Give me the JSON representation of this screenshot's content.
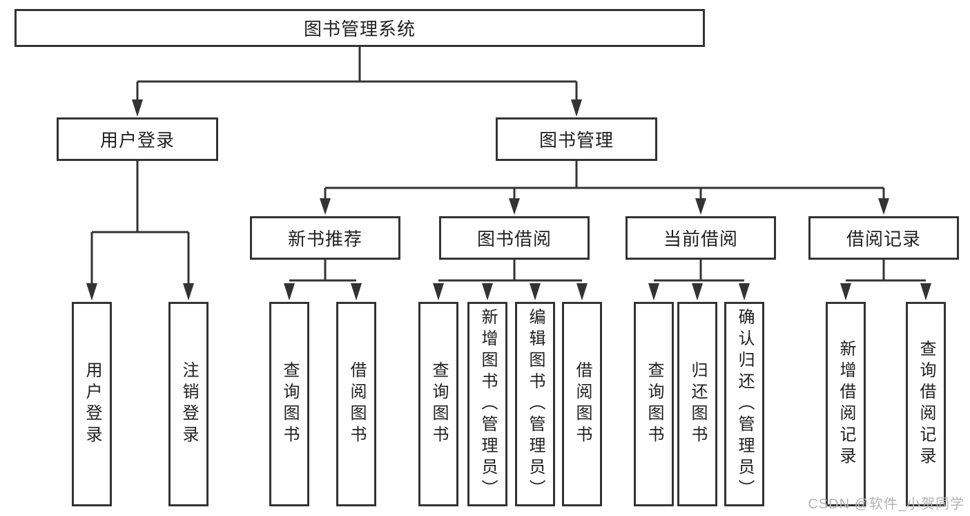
{
  "diagram": {
    "root_label": "图书管理系统",
    "level2": [
      "用户登录",
      "图书管理"
    ],
    "level3": [
      "新书推荐",
      "图书借阅",
      "当前借阅",
      "借阅记录"
    ],
    "leaves": {
      "user_login": [
        "用户登录",
        "注销登录"
      ],
      "new_book": [
        "查询图书",
        "借阅图书"
      ],
      "book_borrow": [
        "查询图书",
        "新增图书（管理员）",
        "编辑图书（管理员）",
        "借阅图书"
      ],
      "current_borrow": [
        "查询图书",
        "归还图书",
        "确认归还（管理员）"
      ],
      "borrow_record": [
        "新增借阅记录",
        "查询借阅记录"
      ]
    }
  },
  "watermark": {
    "text": "CSDN @软件_小贺同学"
  },
  "colors": {
    "line": "#333333",
    "box_border": "#333333",
    "text": "#1f1f1f",
    "watermark": "#b2b2b2",
    "background": "#ffffff"
  }
}
